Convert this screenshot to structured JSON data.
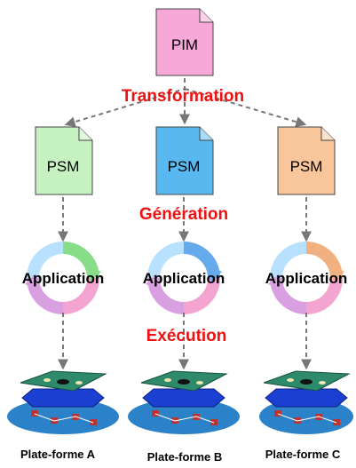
{
  "pim": {
    "label": "PIM",
    "fill": "#f7a8d8"
  },
  "stages": {
    "transformation": "Transformation",
    "generation": "Génération",
    "execution": "Exécution"
  },
  "columns": [
    {
      "psm_label": "PSM",
      "psm_fill": "#c6f2c2",
      "app_label": "Application",
      "app_accent": "#88dd88",
      "platform_label": "Plate-forme A"
    },
    {
      "psm_label": "PSM",
      "psm_fill": "#5ab8f0",
      "app_label": "Application",
      "app_accent": "#66aaee",
      "platform_label": "Plate-forme B"
    },
    {
      "psm_label": "PSM",
      "psm_fill": "#f8c69a",
      "app_label": "Application",
      "app_accent": "#f0b080",
      "platform_label": "Plate-forme C"
    }
  ],
  "colors": {
    "stage_text": "#ee1111",
    "arrow": "#777777",
    "board": "#2e8a6a",
    "base": "#1b3fd0",
    "pool": "#2c82c8"
  }
}
